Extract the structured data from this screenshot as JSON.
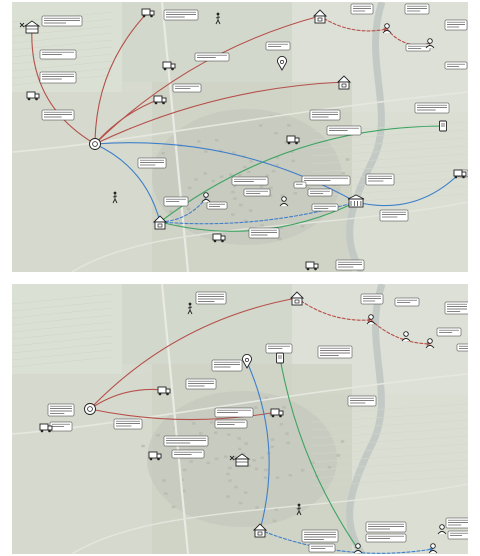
{
  "figure": {
    "panels": [
      {
        "id": "top",
        "nodes": [
          {
            "id": "t1",
            "kind": "farm"
          },
          {
            "id": "t2",
            "kind": "truck"
          },
          {
            "id": "t3",
            "kind": "walker"
          },
          {
            "id": "t4",
            "kind": "house"
          },
          {
            "id": "t5",
            "kind": "person"
          },
          {
            "id": "t6",
            "kind": "person"
          },
          {
            "id": "t7",
            "kind": "truck"
          },
          {
            "id": "t8",
            "kind": "pin"
          },
          {
            "id": "t9",
            "kind": "house"
          },
          {
            "id": "t10",
            "kind": "truck"
          },
          {
            "id": "t11",
            "kind": "truck"
          },
          {
            "id": "t12",
            "kind": "hub"
          },
          {
            "id": "t13",
            "kind": "truck"
          },
          {
            "id": "t14",
            "kind": "tablet"
          },
          {
            "id": "t15",
            "kind": "truck"
          },
          {
            "id": "t16",
            "kind": "house"
          },
          {
            "id": "t17",
            "kind": "person"
          },
          {
            "id": "t18",
            "kind": "person"
          },
          {
            "id": "t19",
            "kind": "building"
          },
          {
            "id": "t20",
            "kind": "truck"
          },
          {
            "id": "t21",
            "kind": "truck"
          },
          {
            "id": "t22",
            "kind": "walker"
          }
        ],
        "links": [
          {
            "from": "t12",
            "to": "t1",
            "color": "red",
            "style": "solid"
          },
          {
            "from": "t12",
            "to": "t2",
            "color": "red",
            "style": "solid"
          },
          {
            "from": "t12",
            "to": "t4",
            "color": "red",
            "style": "solid"
          },
          {
            "from": "t12",
            "to": "t9",
            "color": "red",
            "style": "solid"
          },
          {
            "from": "t12",
            "to": "t11",
            "color": "red",
            "style": "solid"
          },
          {
            "from": "t4",
            "to": "t5",
            "color": "red",
            "style": "dashed"
          },
          {
            "from": "t5",
            "to": "t6",
            "color": "red",
            "style": "dashed"
          },
          {
            "from": "t16",
            "to": "t14",
            "color": "green",
            "style": "solid"
          },
          {
            "from": "t19",
            "to": "t16",
            "color": "green",
            "style": "solid"
          },
          {
            "from": "t19",
            "to": "t12",
            "color": "blue",
            "style": "solid"
          },
          {
            "from": "t16",
            "to": "t12",
            "color": "blue",
            "style": "solid"
          },
          {
            "from": "t19",
            "to": "t15",
            "color": "blue",
            "style": "solid"
          },
          {
            "from": "t16",
            "to": "t19",
            "color": "blue",
            "style": "dashed"
          },
          {
            "from": "t17",
            "to": "t16",
            "color": "blue",
            "style": "dashed"
          }
        ]
      },
      {
        "id": "bottom",
        "nodes": [
          {
            "id": "b1",
            "kind": "house"
          },
          {
            "id": "b2",
            "kind": "walker"
          },
          {
            "id": "b3",
            "kind": "person"
          },
          {
            "id": "b4",
            "kind": "person"
          },
          {
            "id": "b5",
            "kind": "person"
          },
          {
            "id": "b6",
            "kind": "pin"
          },
          {
            "id": "b7",
            "kind": "tablet"
          },
          {
            "id": "b8",
            "kind": "truck"
          },
          {
            "id": "b9",
            "kind": "truck"
          },
          {
            "id": "b10",
            "kind": "hub"
          },
          {
            "id": "b11",
            "kind": "truck"
          },
          {
            "id": "b12",
            "kind": "farm"
          },
          {
            "id": "b13",
            "kind": "truck"
          },
          {
            "id": "b14",
            "kind": "house"
          },
          {
            "id": "b15",
            "kind": "walker"
          },
          {
            "id": "b16",
            "kind": "person"
          },
          {
            "id": "b17",
            "kind": "person"
          },
          {
            "id": "b18",
            "kind": "person"
          }
        ],
        "links": [
          {
            "from": "b10",
            "to": "b1",
            "color": "red",
            "style": "solid"
          },
          {
            "from": "b10",
            "to": "b8",
            "color": "red",
            "style": "solid"
          },
          {
            "from": "b10",
            "to": "b9",
            "color": "red",
            "style": "solid"
          },
          {
            "from": "b1",
            "to": "b3",
            "color": "red",
            "style": "dashed"
          },
          {
            "from": "b3",
            "to": "b5",
            "color": "red",
            "style": "dashed"
          },
          {
            "from": "b7",
            "to": "b16",
            "color": "green",
            "style": "solid"
          },
          {
            "from": "b14",
            "to": "b6",
            "color": "blue",
            "style": "solid"
          },
          {
            "from": "b14",
            "to": "b17",
            "color": "blue",
            "style": "dashed"
          }
        ]
      }
    ]
  }
}
